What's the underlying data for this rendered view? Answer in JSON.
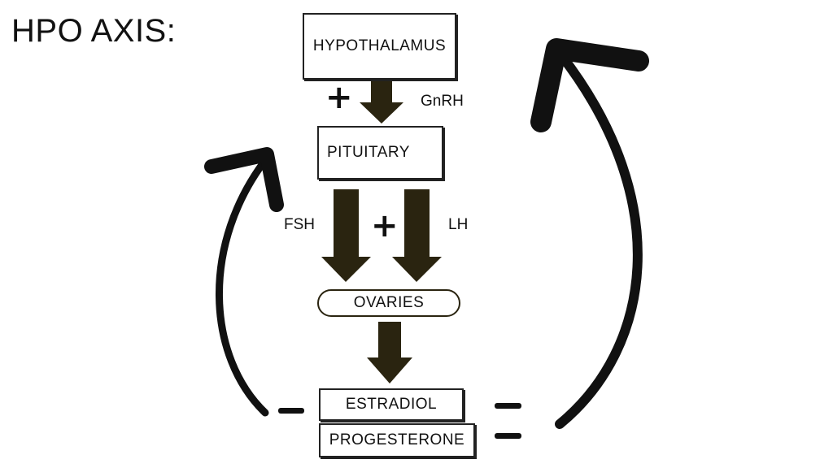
{
  "title": "HPO AXIS:",
  "nodes": {
    "hypothalamus": "HYPOTHALAMUS",
    "pituitary": "PITUITARY",
    "ovaries": "OVARIES",
    "estradiol": "ESTRADIOL",
    "progesterone": "PROGESTERONE"
  },
  "hormones": {
    "gnrh": "GnRH",
    "fsh": "FSH",
    "lh": "LH"
  },
  "signs": {
    "stimulate_1": "+",
    "stimulate_2": "+"
  },
  "colors": {
    "block_arrow": "#2a2410",
    "feedback_arrow": "#111111",
    "box_border": "#222222"
  }
}
